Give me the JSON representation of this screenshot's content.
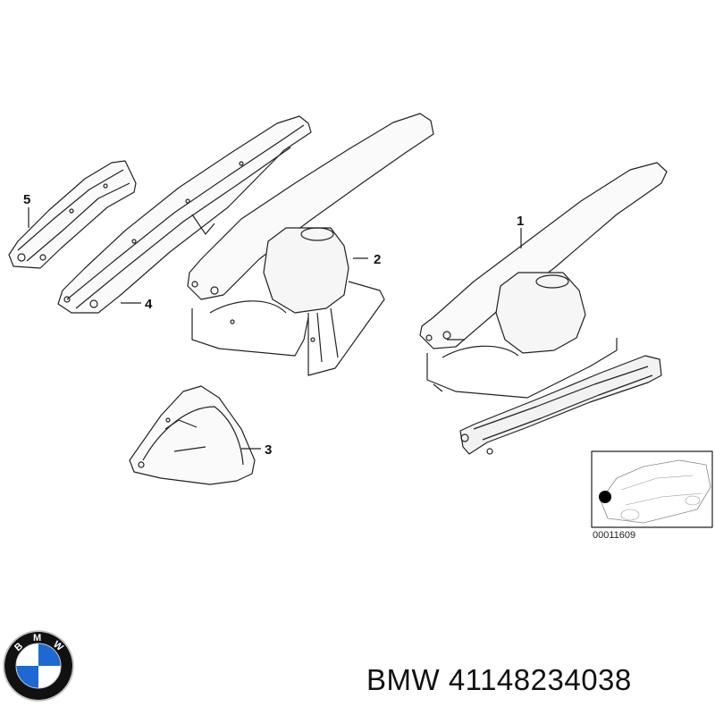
{
  "diagram": {
    "callouts": {
      "part1": "1",
      "part2": "2",
      "part3": "3",
      "part4": "4",
      "part5": "5"
    },
    "reference_image_code": "00011609"
  },
  "footer": {
    "brand": "BMW",
    "part_number": "41148234038",
    "text": "BMW 41148234038"
  },
  "logo": {
    "letters": [
      "B",
      "M",
      "W"
    ],
    "colors": {
      "blue": "#1c69d4",
      "ring": "#111111",
      "white": "#ffffff"
    }
  }
}
